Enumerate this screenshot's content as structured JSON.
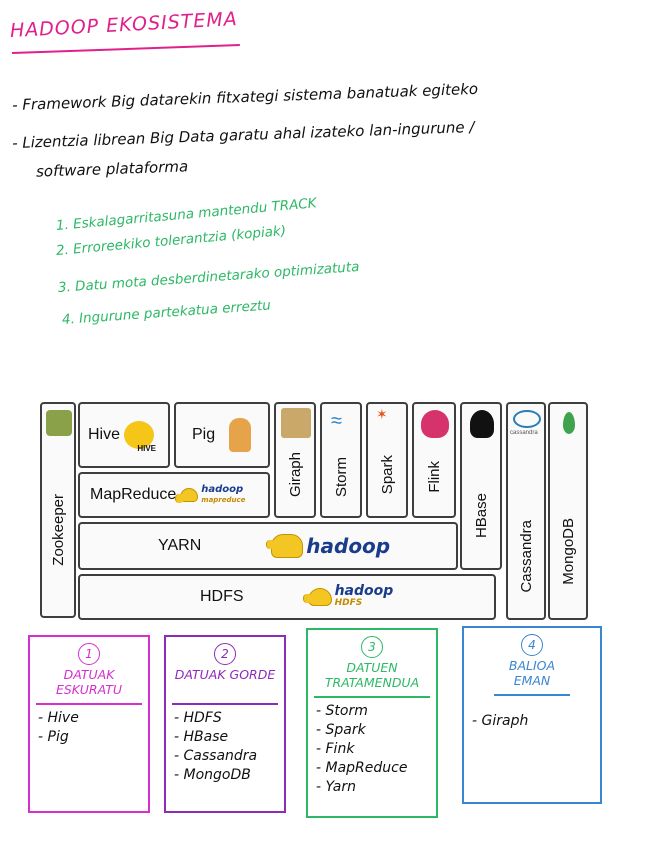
{
  "title": "HADOOP EKOSISTEMA",
  "bullets": [
    "- Framework Big datarekin fitxategi sistema banatuak egiteko",
    "- Lizentzia librean Big Data garatu ahal izateko lan-ingurune /",
    "software plataforma"
  ],
  "features": [
    "1. Eskalagarritasuna mantendu TRACK",
    "2. Erroreekiko tolerantzia (kopiak)",
    "3. Datu mota desberdinetarako optimizatuta",
    "4. Ingurune partekatua erreztu"
  ],
  "diagram": {
    "zookeeper": "Zookeeper",
    "hive": "Hive",
    "pig": "Pig",
    "mapreduce": "MapReduce",
    "yarn": "YARN",
    "hdfs": "HDFS",
    "giraph": "Giraph",
    "storm": "Storm",
    "spark": "Spark",
    "flink": "Flink",
    "hbase": "HBase",
    "cassandra": "Cassandra",
    "mongodb": "MongoDB",
    "hadoop_logo": "hadoop",
    "hadoop_mr_sub": "mapreduce",
    "hadoop_hdfs_sub": "HDFS",
    "hive_sub": "HIVE",
    "cassandra_sub": "cassandra"
  },
  "categories": [
    {
      "num": "1",
      "title": "DATUAK ESKURATU",
      "items": [
        "- Hive",
        "- Pig"
      ],
      "color": "#d62fcf"
    },
    {
      "num": "2",
      "title": "DATUAK GORDE",
      "items": [
        "- HDFS",
        "- HBase",
        "- Cassandra",
        "- MongoDB"
      ],
      "color": "#8e2ab8"
    },
    {
      "num": "3",
      "title": "DATUEN TRATAMENDUA",
      "items": [
        "- Storm",
        "- Spark",
        "- Fink",
        "- MapReduce",
        "- Yarn"
      ],
      "color": "#2db866"
    },
    {
      "num": "4",
      "title": "BALIOA EMAN",
      "items": [
        "- Giraph"
      ],
      "color": "#3a86d0"
    }
  ]
}
